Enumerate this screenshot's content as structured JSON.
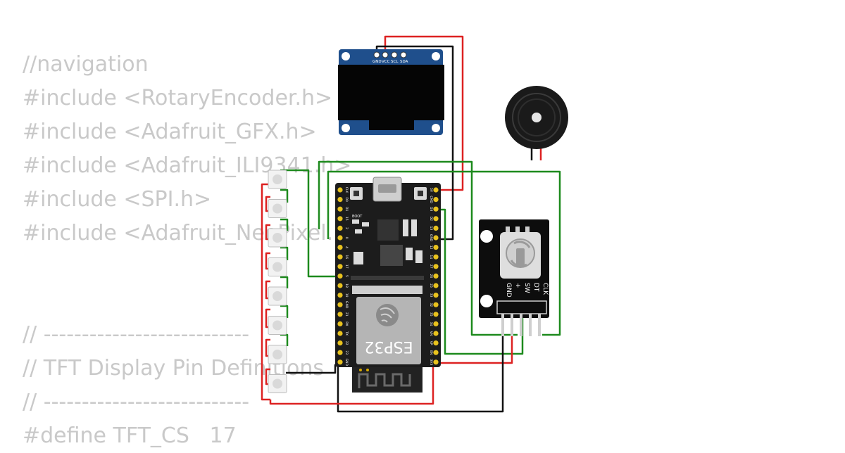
{
  "code_lines": [
    "//navigation",
    "#include <RotaryEncoder.h>",
    "#include <Adafruit_GFX.h>",
    "#include <Adafruit_ILI9341.h>",
    "#include <SPI.h>",
    "#include <Adafruit_NeoPixel.h>",
    "",
    "",
    "// ---------------------------",
    "// TFT Display Pin Definitions",
    "// ---------------------------",
    "#define TFT_CS   17"
  ],
  "oled": {
    "pins": [
      "GND",
      "VCC",
      "SCL",
      "SDA"
    ]
  },
  "esp32": {
    "chip_label": "ESP32",
    "boot_label": "BOOT",
    "left_pins": [
      "CLK",
      "D0",
      "D1",
      "15",
      "2",
      "0",
      "4",
      "16",
      "17",
      "5",
      "18",
      "19",
      "GND",
      "21",
      "RX",
      "TX",
      "22",
      "23",
      "GND"
    ],
    "right_pins": [
      "5V",
      "CMD",
      "D3",
      "D2",
      "13",
      "GND",
      "12",
      "14",
      "27",
      "26",
      "25",
      "33",
      "32",
      "35",
      "34",
      "VN",
      "VP",
      "EN",
      "3V3"
    ]
  },
  "encoder": {
    "pins": [
      "CLK",
      "DT",
      "SW",
      "+",
      "GND"
    ]
  },
  "colors": {
    "wire_red": "#dd2222",
    "wire_green": "#1d8a1d",
    "wire_black": "#111111",
    "oled_blue": "#1f4f8c",
    "code_gray": "#c9c9c9"
  }
}
